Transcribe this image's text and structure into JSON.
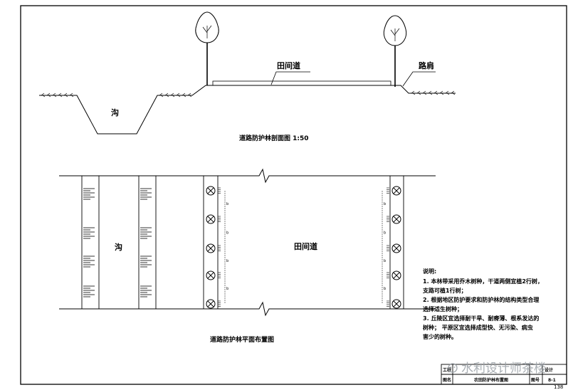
{
  "section": {
    "label_road": "田间道",
    "label_shoulder": "路肩",
    "label_ditch": "沟",
    "caption": "道路防护林剖面图  1:50"
  },
  "plan": {
    "label_ditch": "沟",
    "label_road": "田间道",
    "caption": "道路防护林平面布置图",
    "dim_mark": "b"
  },
  "notes": {
    "title": "说明:",
    "lines": [
      "1. 本林带采用乔木树种，干道两侧宜植2行树，",
      "   支路可植1行树；",
      "2. 根据地区防护要求和防护林的结构类型合理",
      "   选择适生树种；",
      "3. 丘陵区宜选择耐干旱、耐瘠薄、根系发达的",
      "   树种；  平原区宜选择成型快、无污染、病虫",
      "   害少的树种。"
    ]
  },
  "title_block": {
    "row1_left": "工程",
    "row1_right": "设计",
    "name_label": "图名",
    "drawing_name": "农田防护林布置图",
    "number_label": "图号",
    "drawing_number": "8-1"
  },
  "watermark": "水利设计师茶楼",
  "page_number": "138"
}
